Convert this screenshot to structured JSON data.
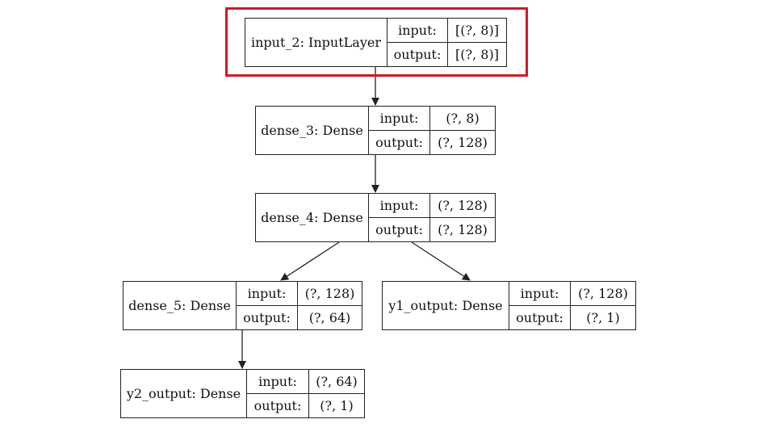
{
  "colors": {
    "highlight": "#cc1a2a",
    "line": "#222222",
    "background": "#ffffff"
  },
  "nodes": [
    {
      "id": "input_2",
      "name": "input_2: InputLayer",
      "input_label": "input:",
      "input_value": "[(?, 8)]",
      "output_label": "output:",
      "output_value": "[(?, 8)]",
      "highlighted": true
    },
    {
      "id": "dense_3",
      "name": "dense_3: Dense",
      "input_label": "input:",
      "input_value": "(?, 8)",
      "output_label": "output:",
      "output_value": "(?, 128)"
    },
    {
      "id": "dense_4",
      "name": "dense_4: Dense",
      "input_label": "input:",
      "input_value": "(?, 128)",
      "output_label": "output:",
      "output_value": "(?, 128)"
    },
    {
      "id": "dense_5",
      "name": "dense_5: Dense",
      "input_label": "input:",
      "input_value": "(?, 128)",
      "output_label": "output:",
      "output_value": "(?, 64)"
    },
    {
      "id": "y1_output",
      "name": "y1_output: Dense",
      "input_label": "input:",
      "input_value": "(?, 128)",
      "output_label": "output:",
      "output_value": "(?, 1)"
    },
    {
      "id": "y2_output",
      "name": "y2_output: Dense",
      "input_label": "input:",
      "input_value": "(?, 64)",
      "output_label": "output:",
      "output_value": "(?, 1)"
    }
  ],
  "edges": [
    {
      "from": "input_2",
      "to": "dense_3"
    },
    {
      "from": "dense_3",
      "to": "dense_4"
    },
    {
      "from": "dense_4",
      "to": "dense_5"
    },
    {
      "from": "dense_4",
      "to": "y1_output"
    },
    {
      "from": "dense_5",
      "to": "y2_output"
    }
  ]
}
